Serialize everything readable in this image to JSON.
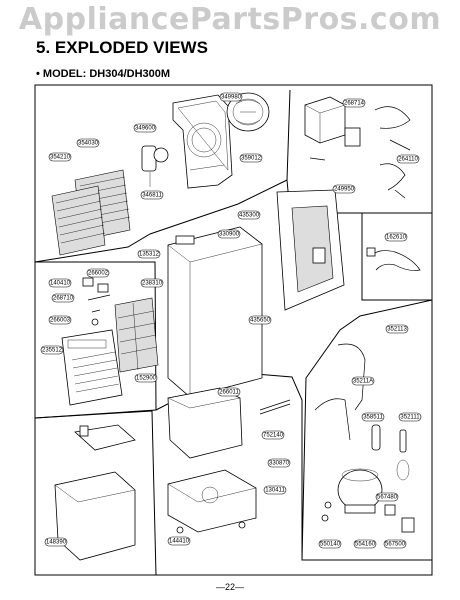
{
  "watermark": "AppliancePartsPros.com",
  "title": "5. EXPLODED VIEWS",
  "model": "• MODEL: DH304/DH300M",
  "page_number": "—22—",
  "parts": [
    {
      "id": "349980",
      "label": "349980"
    },
    {
      "id": "349600",
      "label": "349600"
    },
    {
      "id": "354030",
      "label": "354030"
    },
    {
      "id": "354210",
      "label": "354210"
    },
    {
      "id": "359012",
      "label": "359012"
    },
    {
      "id": "346811",
      "label": "346811"
    },
    {
      "id": "268714",
      "label": "268714"
    },
    {
      "id": "264110",
      "label": "264110"
    },
    {
      "id": "249950",
      "label": "249950"
    },
    {
      "id": "435300",
      "label": "435300"
    },
    {
      "id": "330900",
      "label": "330900"
    },
    {
      "id": "135312",
      "label": "135312"
    },
    {
      "id": "266002",
      "label": "266002"
    },
    {
      "id": "140410",
      "label": "140410"
    },
    {
      "id": "268710",
      "label": "268710"
    },
    {
      "id": "266003",
      "label": "266003"
    },
    {
      "id": "238310",
      "label": "238310"
    },
    {
      "id": "435650",
      "label": "435650"
    },
    {
      "id": "162610",
      "label": "162610"
    },
    {
      "id": "235512",
      "label": "235512"
    },
    {
      "id": "152900",
      "label": "152900"
    },
    {
      "id": "352113",
      "label": "352113"
    },
    {
      "id": "266011",
      "label": "266011"
    },
    {
      "id": "35211A",
      "label": "35211A"
    },
    {
      "id": "358511",
      "label": "358511"
    },
    {
      "id": "352111",
      "label": "352111"
    },
    {
      "id": "752140",
      "label": "752140"
    },
    {
      "id": "330870",
      "label": "330870"
    },
    {
      "id": "130411",
      "label": "130411"
    },
    {
      "id": "567480",
      "label": "567480"
    },
    {
      "id": "144410",
      "label": "144410"
    },
    {
      "id": "148390",
      "label": "148390"
    },
    {
      "id": "550140",
      "label": "550140"
    },
    {
      "id": "554160",
      "label": "554160"
    },
    {
      "id": "567500",
      "label": "567500"
    }
  ]
}
